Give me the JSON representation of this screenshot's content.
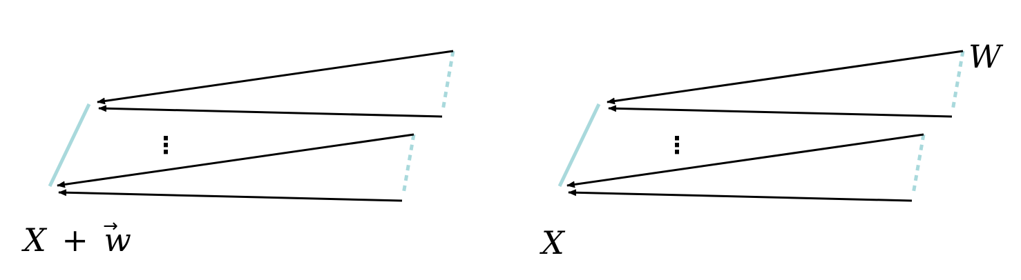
{
  "colors": {
    "stroke": "#000000",
    "accent": "#a9d9dc"
  },
  "panels": [
    {
      "label": "X + w⃗",
      "label_parts": {
        "x": "X",
        "plus": "+",
        "w": "w",
        "arrow": "→"
      }
    },
    {
      "label": "X",
      "corner_label": "W"
    }
  ],
  "ellipsis": "⋮"
}
